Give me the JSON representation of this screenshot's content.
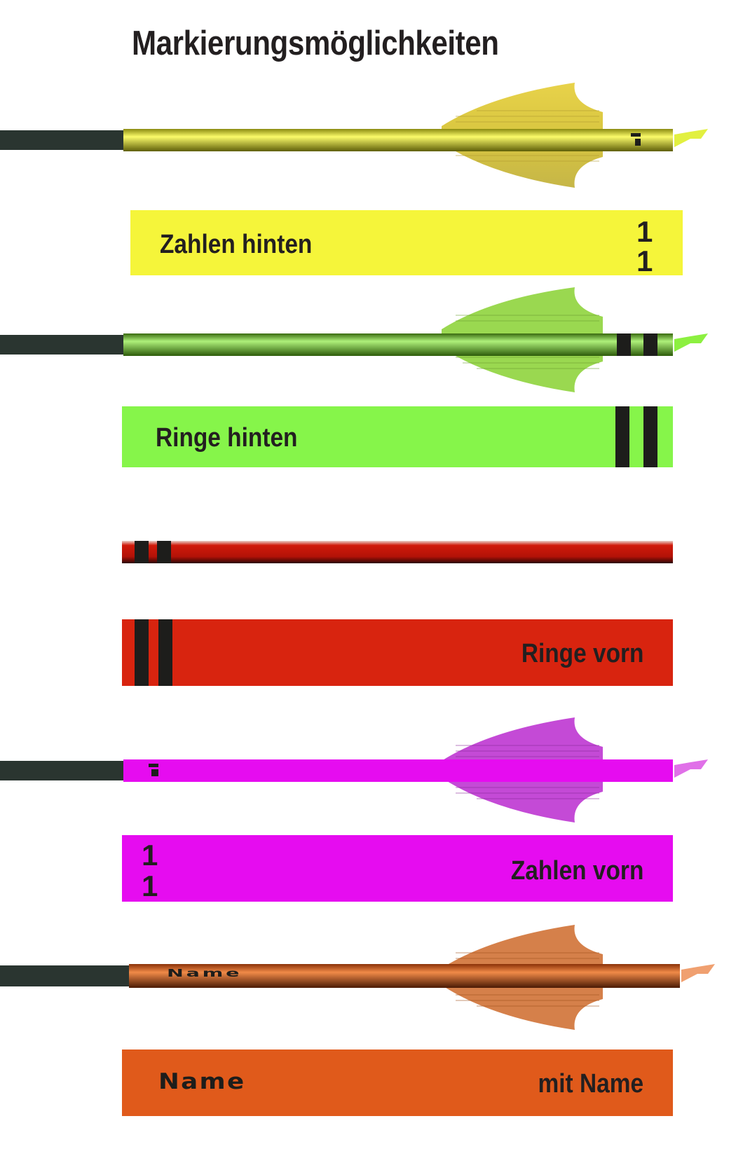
{
  "title": "Markierungsmöglichkeiten",
  "colors": {
    "yellow": "#f5f53a",
    "green": "#86f54a",
    "red": "#d8240f",
    "magenta": "#e60cf0",
    "orange": "#e05a1b",
    "text": "#231f20",
    "ring": "#1d1d1b",
    "shaft_dark": "#2a3530"
  },
  "arrows": [
    {
      "color": "yellow",
      "marking": "numbers-rear"
    },
    {
      "color": "green",
      "marking": "rings-rear"
    },
    {
      "color": "red",
      "marking": "rings-front"
    },
    {
      "color": "magenta",
      "marking": "numbers-front"
    },
    {
      "color": "orange",
      "marking": "name"
    }
  ],
  "wraps": {
    "zahlen_hinten": {
      "label": "Zahlen hinten",
      "numbers": [
        "1",
        "1"
      ]
    },
    "ringe_hinten": {
      "label": "Ringe hinten"
    },
    "ringe_vorn": {
      "label": "Ringe vorn"
    },
    "zahlen_vorn": {
      "label": "Zahlen vorn",
      "numbers": [
        "1",
        "1"
      ]
    },
    "mit_name": {
      "label": "mit Name",
      "name_text": "Name"
    }
  },
  "arrow_name_print": "Name"
}
